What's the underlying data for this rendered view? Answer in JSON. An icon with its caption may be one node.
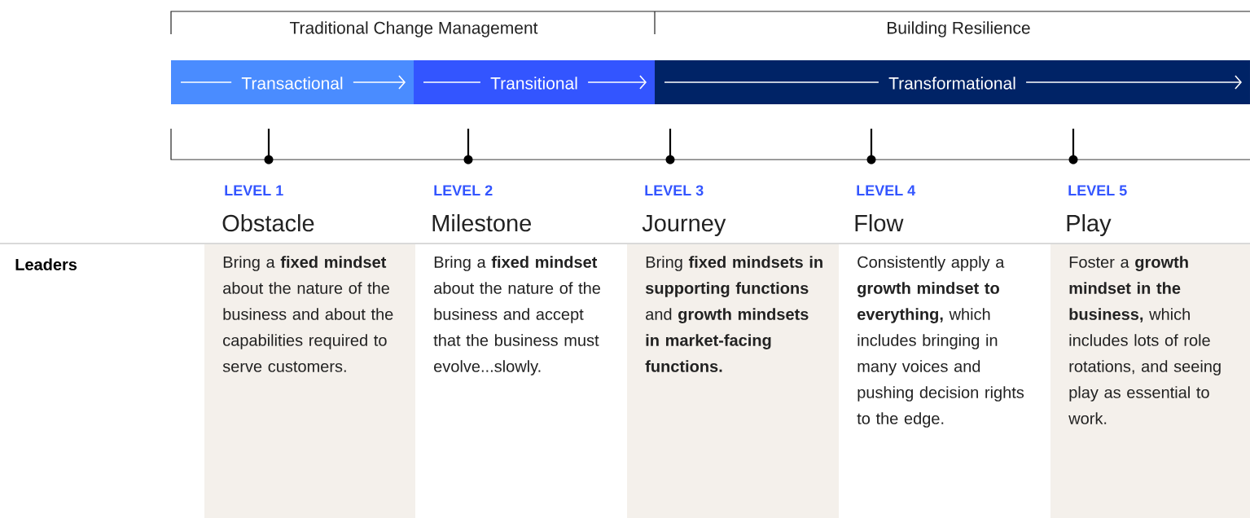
{
  "diagram": {
    "nodes": [
      {
        "text": [
          "Transactional"
        ]
      },
      {
        "text": [
          "Transitional"
        ]
      },
      {
        "text": [
          "Transformational"
        ]
      },
      {
        "text": [
          "Bring a **fixed mindset** about the nature of the business and about the capabilities required to serve customers."
        ]
      },
      {
        "text": [
          "Bring a **fixed mindset** about the nature of the business and accept that the business must evolve...slowly."
        ]
      },
      {
        "text": [
          "Bring **fixed mindsets in supporting functions** and **growth mindsets in market-facing functions.**"
        ]
      },
      {
        "text": [
          "Consistently apply a **growth mindset to everything,** which includes bringing in many voices and pushing decision rights to the edge."
        ]
      },
      {
        "text": [
          "Foster a **growth mindset in the business,** which includes lots of role rotations, and seeing play as essential to work."
        ]
      }
    ],
    "labels": [
      "Traditional Change Management",
      "Building Resilience",
      "LEVEL 1",
      "Obstacle",
      "LEVEL 2",
      "Milestone",
      "LEVEL 3",
      "Journey",
      "LEVEL 4",
      "Flow",
      "LEVEL 5",
      "Play",
      "Leaders"
    ]
  }
}
